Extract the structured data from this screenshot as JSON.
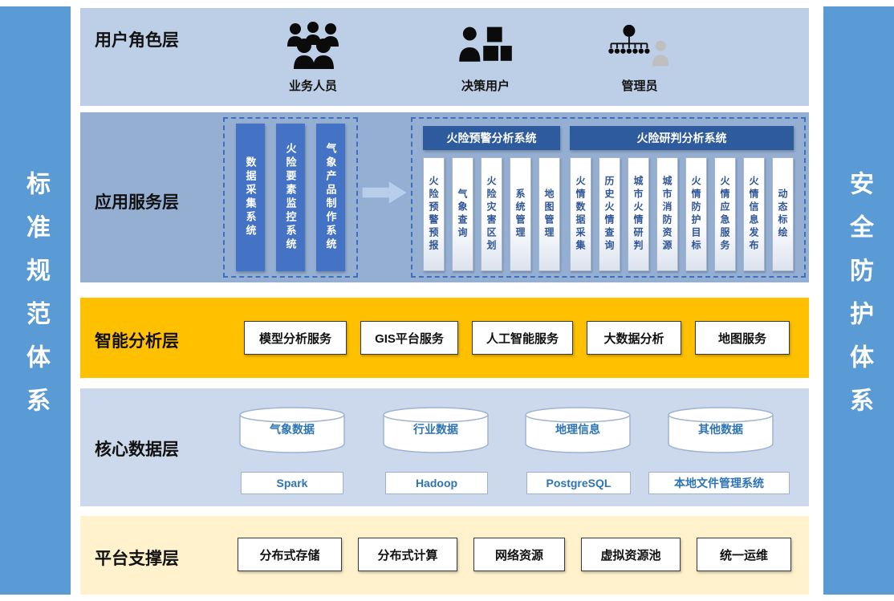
{
  "side_bars": {
    "left_label": "标准规范体系",
    "right_label": "安全防护体系"
  },
  "layers": {
    "user_role": {
      "label": "用户角色层",
      "roles": [
        {
          "label": "业务人员",
          "icon": "business-staff-icon"
        },
        {
          "label": "决策用户",
          "icon": "decision-user-icon"
        },
        {
          "label": "管理员",
          "icon": "administrator-icon"
        }
      ]
    },
    "app_service": {
      "label": "应用服务层",
      "source_systems": [
        "数据采集系统",
        "火险要素监控系统",
        "气象产品制作系统"
      ],
      "warning_system": {
        "title": "火险预警分析系统",
        "modules": [
          "火险预警预报",
          "气象查询",
          "火险灾害区划",
          "系统管理",
          "地图管理"
        ]
      },
      "judgement_system": {
        "title": "火险研判分析系统",
        "modules": [
          "火情数据采集",
          "历史火情查询",
          "城市火情研判",
          "城市消防资源",
          "火情防护目标",
          "火情应急服务",
          "火情信息发布",
          "动态标绘"
        ]
      }
    },
    "intelligent_analysis": {
      "label": "智能分析层",
      "services": [
        "模型分析服务",
        "GIS平台服务",
        "人工智能服务",
        "大数据分析",
        "地图服务"
      ]
    },
    "core_data": {
      "label": "核心数据层",
      "databases": [
        "气象数据",
        "行业数据",
        "地理信息",
        "其他数据"
      ],
      "storage_systems": [
        "Spark",
        "Hadoop",
        "PostgreSQL",
        "本地文件管理系统"
      ]
    },
    "platform_support": {
      "label": "平台支撑层",
      "components": [
        "分布式存储",
        "分布式计算",
        "网络资源",
        "虚拟资源池",
        "统一运维"
      ]
    }
  },
  "colors": {
    "side_bar_blue": "#5B9BD5",
    "user_role_bg": "#BDCFE7",
    "app_service_bg": "#95AFD3",
    "source_bar_blue": "#4472C4",
    "system_header_blue": "#2E5B9E",
    "module_text_blue": "#2F5597",
    "intelligent_bg": "#FFC000",
    "core_data_bg": "#CCD8EB",
    "data_text_blue": "#2E74B5",
    "platform_bg": "#FFF2CC"
  }
}
